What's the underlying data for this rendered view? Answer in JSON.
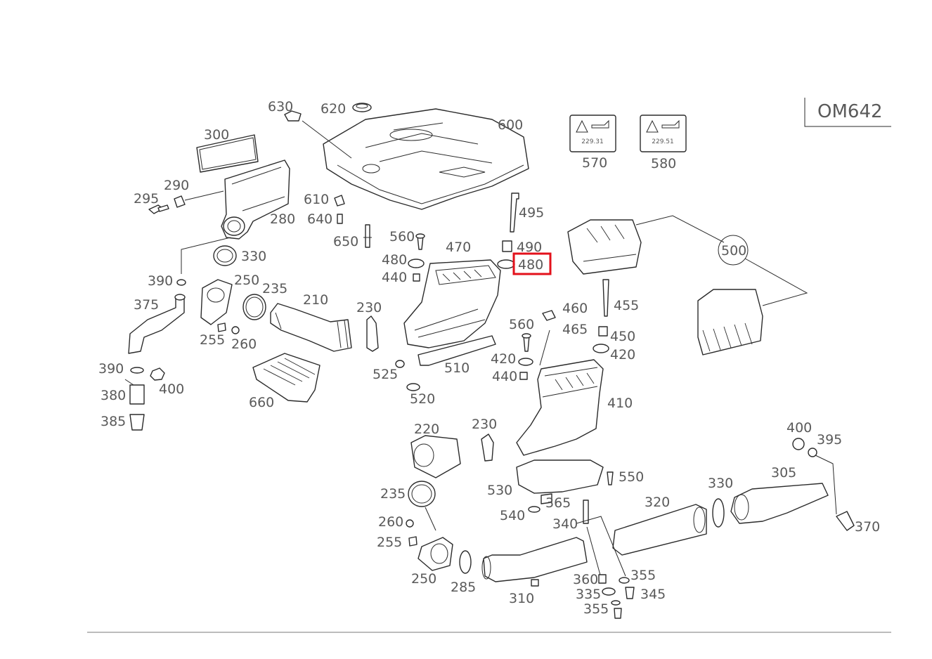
{
  "model_label": "OM642",
  "highlight_color": "#e3111b",
  "labels": {
    "l630": "630",
    "l620": "620",
    "l600": "600",
    "l300": "300",
    "l290": "290",
    "l295": "295",
    "l280": "280",
    "l610": "610",
    "l640": "640",
    "l650": "650",
    "l495": "495",
    "l560a": "560",
    "l480a": "480",
    "l440a": "440",
    "l470": "470",
    "l490": "490",
    "l480b": "480",
    "l500": "500",
    "l570": "570",
    "l580": "580",
    "l330a": "330",
    "l390a": "390",
    "l250a": "250",
    "l235a": "235",
    "l210": "210",
    "l230a": "230",
    "l375": "375",
    "l255a": "255",
    "l260a": "260",
    "l460": "460",
    "l455": "455",
    "l560b": "560",
    "l465": "465",
    "l450": "450",
    "l420a": "420",
    "l420b": "420",
    "l525": "525",
    "l510": "510",
    "l440b": "440",
    "l520": "520",
    "l390b": "390",
    "l400a": "400",
    "l380": "380",
    "l385": "385",
    "l660": "660",
    "l410": "410",
    "l220": "220",
    "l230b": "230",
    "l400b": "400",
    "l395": "395",
    "l305": "305",
    "l330b": "330",
    "l550": "550",
    "l530": "530",
    "l365": "365",
    "l320": "320",
    "l235b": "235",
    "l540": "540",
    "l340": "340",
    "l370": "370",
    "l260b": "260",
    "l255b": "255",
    "l250b": "250",
    "l285": "285",
    "l310": "310",
    "l360": "360",
    "l355a": "355",
    "l335": "335",
    "l345": "345",
    "l355b": "355"
  },
  "decal_570": {
    "code": "229.31"
  },
  "decal_580": {
    "code": "229.51"
  }
}
